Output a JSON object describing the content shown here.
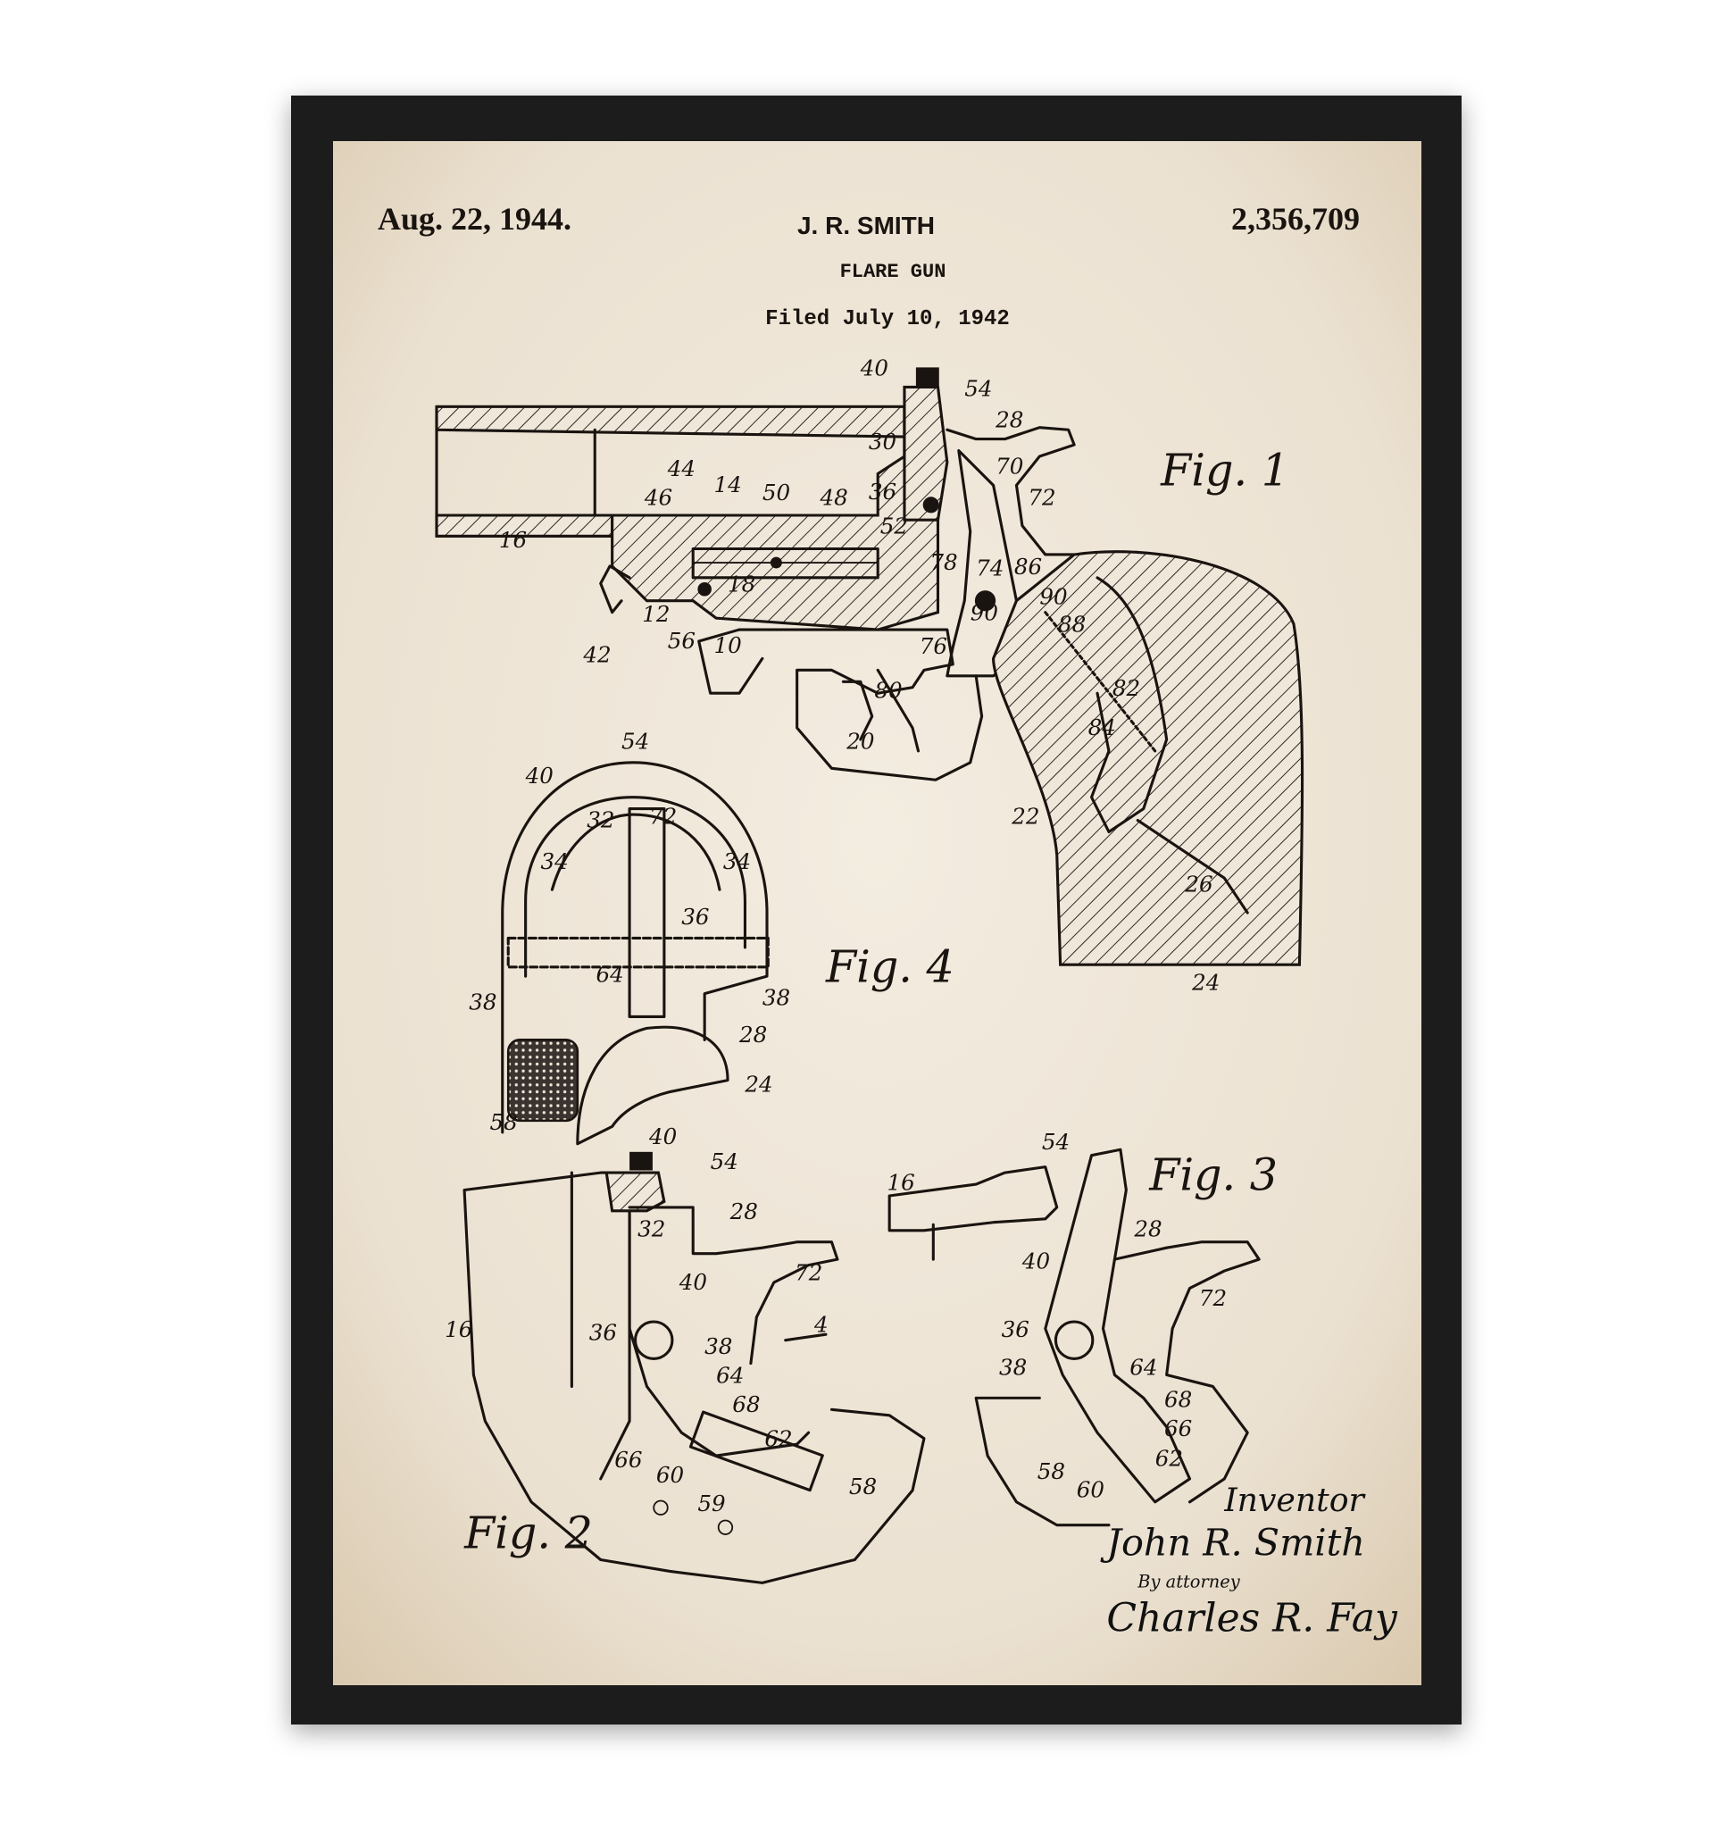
{
  "header": {
    "date": "Aug. 22, 1944.",
    "inventor_name": "J. R. SMITH",
    "title": "FLARE GUN",
    "filed": "Filed July 10, 1942",
    "patent_number": "2,356,709"
  },
  "figures": {
    "fig1": {
      "title": "Fig. 1",
      "labels": [
        "40",
        "54",
        "28",
        "30",
        "70",
        "72",
        "36",
        "44",
        "14",
        "50",
        "48",
        "46",
        "52",
        "16",
        "78",
        "74",
        "86",
        "90",
        "90",
        "88",
        "18",
        "12",
        "56",
        "76",
        "42",
        "10",
        "80",
        "82",
        "84",
        "20",
        "22",
        "26",
        "24"
      ]
    },
    "fig4": {
      "title": "Fig. 4",
      "labels": [
        "54",
        "40",
        "32",
        "72",
        "34",
        "34",
        "36",
        "64",
        "38",
        "38",
        "28",
        "24",
        "58"
      ]
    },
    "fig2": {
      "title": "Fig. 2",
      "labels": [
        "40",
        "54",
        "32",
        "28",
        "40",
        "72",
        "16",
        "4",
        "36",
        "38",
        "64",
        "68",
        "62",
        "66",
        "60",
        "59",
        "58"
      ]
    },
    "fig3": {
      "title": "Fig. 3",
      "labels": [
        "54",
        "16",
        "28",
        "40",
        "72",
        "36",
        "38",
        "64",
        "68",
        "66",
        "62",
        "58",
        "60"
      ]
    }
  },
  "signature": {
    "inventor_label": "Inventor",
    "inventor_signature": "John R. Smith",
    "by_attorney": "By attorney",
    "attorney_signature": "Charles R. Fay"
  },
  "colors": {
    "frame": "#1b1b1b",
    "paper": "#efe7da",
    "ink": "#1a1410"
  }
}
